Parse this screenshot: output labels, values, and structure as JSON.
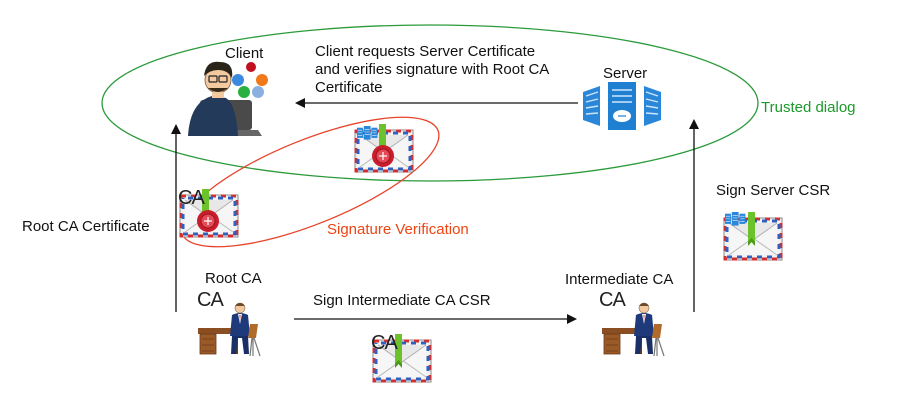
{
  "labels": {
    "client": "Client",
    "server": "Server",
    "request_text_line1": "Client requests Server Certificate",
    "request_text_line2": "and verifies signature with Root CA",
    "request_text_line3": "Certificate",
    "trusted_dialog": "Trusted dialog",
    "root_ca_certificate": "Root CA Certificate",
    "signature_verification": "Signature Verification",
    "sign_server_csr": "Sign Server CSR",
    "root_ca": "Root CA",
    "intermediate_ca": "Intermediate CA",
    "sign_intermediate_csr": "Sign Intermediate CA CSR",
    "ca_mark": "CA"
  },
  "colors": {
    "trusted_ellipse": "#2a9a3a",
    "verification_ellipse": "#e8422a",
    "arrow": "#111111",
    "server_blue": "#1f7fd0",
    "envelope": "#f4f4f4",
    "seal_red": "#d02030",
    "ribbon_green": "#6cc22a"
  },
  "icons": [
    "client-icon",
    "server-icon",
    "envelope-icon",
    "seal-icon",
    "ca-person-icon",
    "desk-icon"
  ]
}
